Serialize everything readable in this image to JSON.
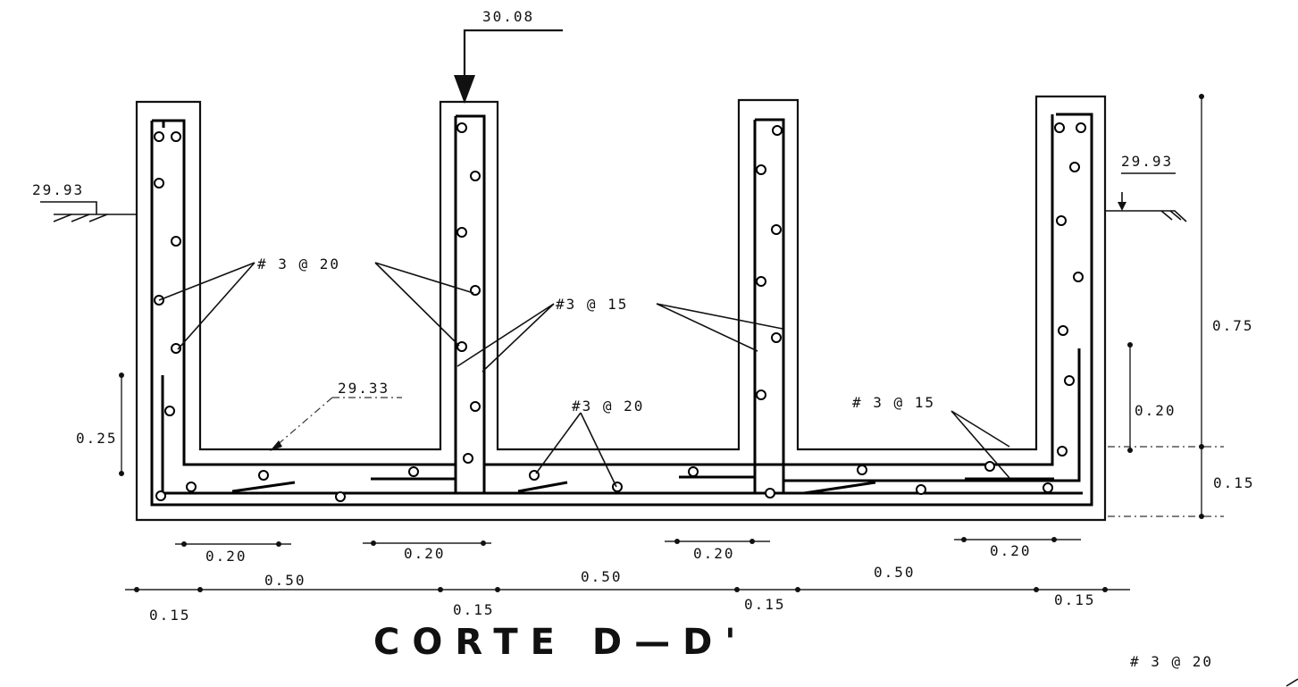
{
  "title": "CORTE D—D'",
  "elevations": {
    "top_load": "30.08",
    "left_ground": "29.93",
    "right_ground": "29.93",
    "floor": "29.33"
  },
  "rebar_labels": {
    "left_upper": "# 3 @ 20",
    "center_upper": "#3 @ 15",
    "center_lower": "#3 @ 20",
    "right_mid": "# 3 @ 15",
    "bottom_right": "# 3 @ 20"
  },
  "dimensions": {
    "bottom_spacing_1": "0.20",
    "bottom_spacing_2": "0.20",
    "bottom_spacing_3": "0.20",
    "bottom_spacing_4": "0.20",
    "span_1": "0.50",
    "span_2": "0.50",
    "span_3": "0.50",
    "wall_1": "0.15",
    "wall_2": "0.15",
    "wall_3": "0.15",
    "wall_4": "0.15",
    "left_height": "0.25",
    "right_total": "0.75",
    "right_mid": "0.20",
    "right_base": "0.15"
  }
}
